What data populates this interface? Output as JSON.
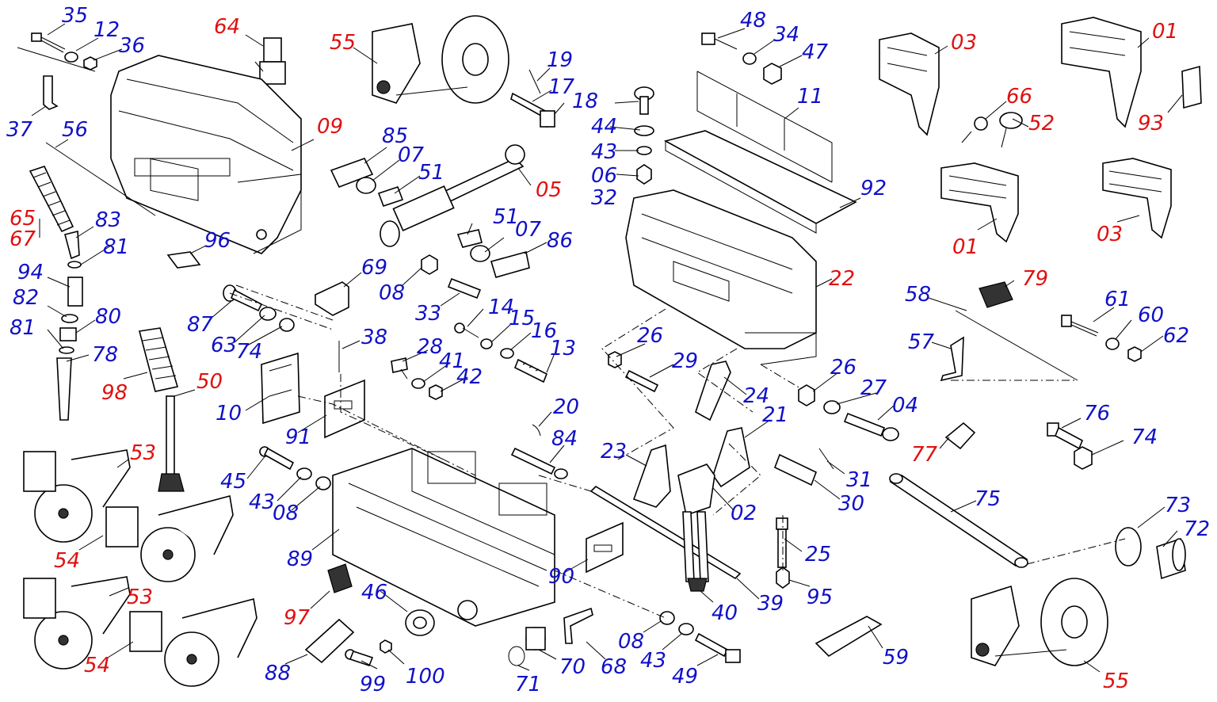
{
  "colors": {
    "blue": "#1010c8",
    "red": "#e01010",
    "line": "#000000"
  },
  "labels": [
    {
      "id": "l35",
      "text": "35",
      "color": "blue"
    },
    {
      "id": "l12",
      "text": "12",
      "color": "blue"
    },
    {
      "id": "l36",
      "text": "36",
      "color": "blue"
    },
    {
      "id": "l37",
      "text": "37",
      "color": "blue"
    },
    {
      "id": "l64",
      "text": "64",
      "color": "red"
    },
    {
      "id": "l55a",
      "text": "55",
      "color": "red"
    },
    {
      "id": "l09",
      "text": "09",
      "color": "red"
    },
    {
      "id": "l56",
      "text": "56",
      "color": "blue"
    },
    {
      "id": "l19",
      "text": "19",
      "color": "blue"
    },
    {
      "id": "l17",
      "text": "17",
      "color": "blue"
    },
    {
      "id": "l18",
      "text": "18",
      "color": "blue"
    },
    {
      "id": "l48",
      "text": "48",
      "color": "blue"
    },
    {
      "id": "l34",
      "text": "34",
      "color": "blue"
    },
    {
      "id": "l47",
      "text": "47",
      "color": "blue"
    },
    {
      "id": "l11",
      "text": "11",
      "color": "blue"
    },
    {
      "id": "l03a",
      "text": "03",
      "color": "red"
    },
    {
      "id": "l01a",
      "text": "01",
      "color": "red"
    },
    {
      "id": "l93",
      "text": "93",
      "color": "red"
    },
    {
      "id": "l66",
      "text": "66",
      "color": "red"
    },
    {
      "id": "l52",
      "text": "52",
      "color": "red"
    },
    {
      "id": "l44",
      "text": "44",
      "color": "blue"
    },
    {
      "id": "l43a",
      "text": "43",
      "color": "blue"
    },
    {
      "id": "l06",
      "text": "06",
      "color": "blue"
    },
    {
      "id": "l32",
      "text": "32",
      "color": "blue"
    },
    {
      "id": "l85",
      "text": "85",
      "color": "blue"
    },
    {
      "id": "l07a",
      "text": "07",
      "color": "blue"
    },
    {
      "id": "l51a",
      "text": "51",
      "color": "blue"
    },
    {
      "id": "l05",
      "text": "05",
      "color": "red"
    },
    {
      "id": "l92",
      "text": "92",
      "color": "blue"
    },
    {
      "id": "l01b",
      "text": "01",
      "color": "red"
    },
    {
      "id": "l03b",
      "text": "03",
      "color": "red"
    },
    {
      "id": "l65",
      "text": "65",
      "color": "red"
    },
    {
      "id": "l67",
      "text": "67",
      "color": "red"
    },
    {
      "id": "l83",
      "text": "83",
      "color": "blue"
    },
    {
      "id": "l96",
      "text": "96",
      "color": "blue"
    },
    {
      "id": "l81a",
      "text": "81",
      "color": "blue"
    },
    {
      "id": "l51b",
      "text": "51",
      "color": "blue"
    },
    {
      "id": "l07b",
      "text": "07",
      "color": "blue"
    },
    {
      "id": "l86",
      "text": "86",
      "color": "blue"
    },
    {
      "id": "l94",
      "text": "94",
      "color": "blue"
    },
    {
      "id": "l69",
      "text": "69",
      "color": "blue"
    },
    {
      "id": "l08a",
      "text": "08",
      "color": "blue"
    },
    {
      "id": "l22",
      "text": "22",
      "color": "red"
    },
    {
      "id": "l79",
      "text": "79",
      "color": "red"
    },
    {
      "id": "l82",
      "text": "82",
      "color": "blue"
    },
    {
      "id": "l80",
      "text": "80",
      "color": "blue"
    },
    {
      "id": "l87",
      "text": "87",
      "color": "blue"
    },
    {
      "id": "l33",
      "text": "33",
      "color": "blue"
    },
    {
      "id": "l14",
      "text": "14",
      "color": "blue"
    },
    {
      "id": "l15",
      "text": "15",
      "color": "blue"
    },
    {
      "id": "l58",
      "text": "58",
      "color": "blue"
    },
    {
      "id": "l61",
      "text": "61",
      "color": "blue"
    },
    {
      "id": "l60",
      "text": "60",
      "color": "blue"
    },
    {
      "id": "l81b",
      "text": "81",
      "color": "blue"
    },
    {
      "id": "l63",
      "text": "63",
      "color": "blue"
    },
    {
      "id": "l74a",
      "text": "74",
      "color": "blue"
    },
    {
      "id": "l38",
      "text": "38",
      "color": "blue"
    },
    {
      "id": "l16",
      "text": "16",
      "color": "blue"
    },
    {
      "id": "l26a",
      "text": "26",
      "color": "blue"
    },
    {
      "id": "l57",
      "text": "57",
      "color": "blue"
    },
    {
      "id": "l62",
      "text": "62",
      "color": "blue"
    },
    {
      "id": "l78",
      "text": "78",
      "color": "blue"
    },
    {
      "id": "l28",
      "text": "28",
      "color": "blue"
    },
    {
      "id": "l13",
      "text": "13",
      "color": "blue"
    },
    {
      "id": "l29",
      "text": "29",
      "color": "blue"
    },
    {
      "id": "l41",
      "text": "41",
      "color": "blue"
    },
    {
      "id": "l98",
      "text": "98",
      "color": "red"
    },
    {
      "id": "l42",
      "text": "42",
      "color": "blue"
    },
    {
      "id": "l26b",
      "text": "26",
      "color": "blue"
    },
    {
      "id": "l50",
      "text": "50",
      "color": "red"
    },
    {
      "id": "l24",
      "text": "24",
      "color": "blue"
    },
    {
      "id": "l27",
      "text": "27",
      "color": "blue"
    },
    {
      "id": "l04",
      "text": "04",
      "color": "blue"
    },
    {
      "id": "l10",
      "text": "10",
      "color": "blue"
    },
    {
      "id": "l20",
      "text": "20",
      "color": "blue"
    },
    {
      "id": "l91",
      "text": "91",
      "color": "blue"
    },
    {
      "id": "l21",
      "text": "21",
      "color": "blue"
    },
    {
      "id": "l76",
      "text": "76",
      "color": "blue"
    },
    {
      "id": "l84",
      "text": "84",
      "color": "blue"
    },
    {
      "id": "l74b",
      "text": "74",
      "color": "blue"
    },
    {
      "id": "l53a",
      "text": "53",
      "color": "red"
    },
    {
      "id": "l23",
      "text": "23",
      "color": "blue"
    },
    {
      "id": "l77",
      "text": "77",
      "color": "red"
    },
    {
      "id": "l45",
      "text": "45",
      "color": "blue"
    },
    {
      "id": "l31",
      "text": "31",
      "color": "blue"
    },
    {
      "id": "l75",
      "text": "75",
      "color": "blue"
    },
    {
      "id": "l43b",
      "text": "43",
      "color": "blue"
    },
    {
      "id": "l08b",
      "text": "08",
      "color": "blue"
    },
    {
      "id": "l30",
      "text": "30",
      "color": "blue"
    },
    {
      "id": "l02",
      "text": "02",
      "color": "blue"
    },
    {
      "id": "l73",
      "text": "73",
      "color": "blue"
    },
    {
      "id": "l72",
      "text": "72",
      "color": "blue"
    },
    {
      "id": "l54a",
      "text": "54",
      "color": "red"
    },
    {
      "id": "l89",
      "text": "89",
      "color": "blue"
    },
    {
      "id": "l25",
      "text": "25",
      "color": "blue"
    },
    {
      "id": "l90",
      "text": "90",
      "color": "blue"
    },
    {
      "id": "l46",
      "text": "46",
      "color": "blue"
    },
    {
      "id": "l53b",
      "text": "53",
      "color": "red"
    },
    {
      "id": "l97",
      "text": "97",
      "color": "red"
    },
    {
      "id": "l95",
      "text": "95",
      "color": "blue"
    },
    {
      "id": "l40",
      "text": "40",
      "color": "blue"
    },
    {
      "id": "l39",
      "text": "39",
      "color": "blue"
    },
    {
      "id": "l08c",
      "text": "08",
      "color": "blue"
    },
    {
      "id": "l43c",
      "text": "43",
      "color": "blue"
    },
    {
      "id": "l68",
      "text": "68",
      "color": "blue"
    },
    {
      "id": "l70",
      "text": "70",
      "color": "blue"
    },
    {
      "id": "l54b",
      "text": "54",
      "color": "red"
    },
    {
      "id": "l59",
      "text": "59",
      "color": "blue"
    },
    {
      "id": "l88",
      "text": "88",
      "color": "blue"
    },
    {
      "id": "l99",
      "text": "99",
      "color": "blue"
    },
    {
      "id": "l100",
      "text": "100",
      "color": "blue"
    },
    {
      "id": "l71",
      "text": "71",
      "color": "blue"
    },
    {
      "id": "l49",
      "text": "49",
      "color": "blue"
    },
    {
      "id": "l55b",
      "text": "55",
      "color": "red"
    }
  ]
}
